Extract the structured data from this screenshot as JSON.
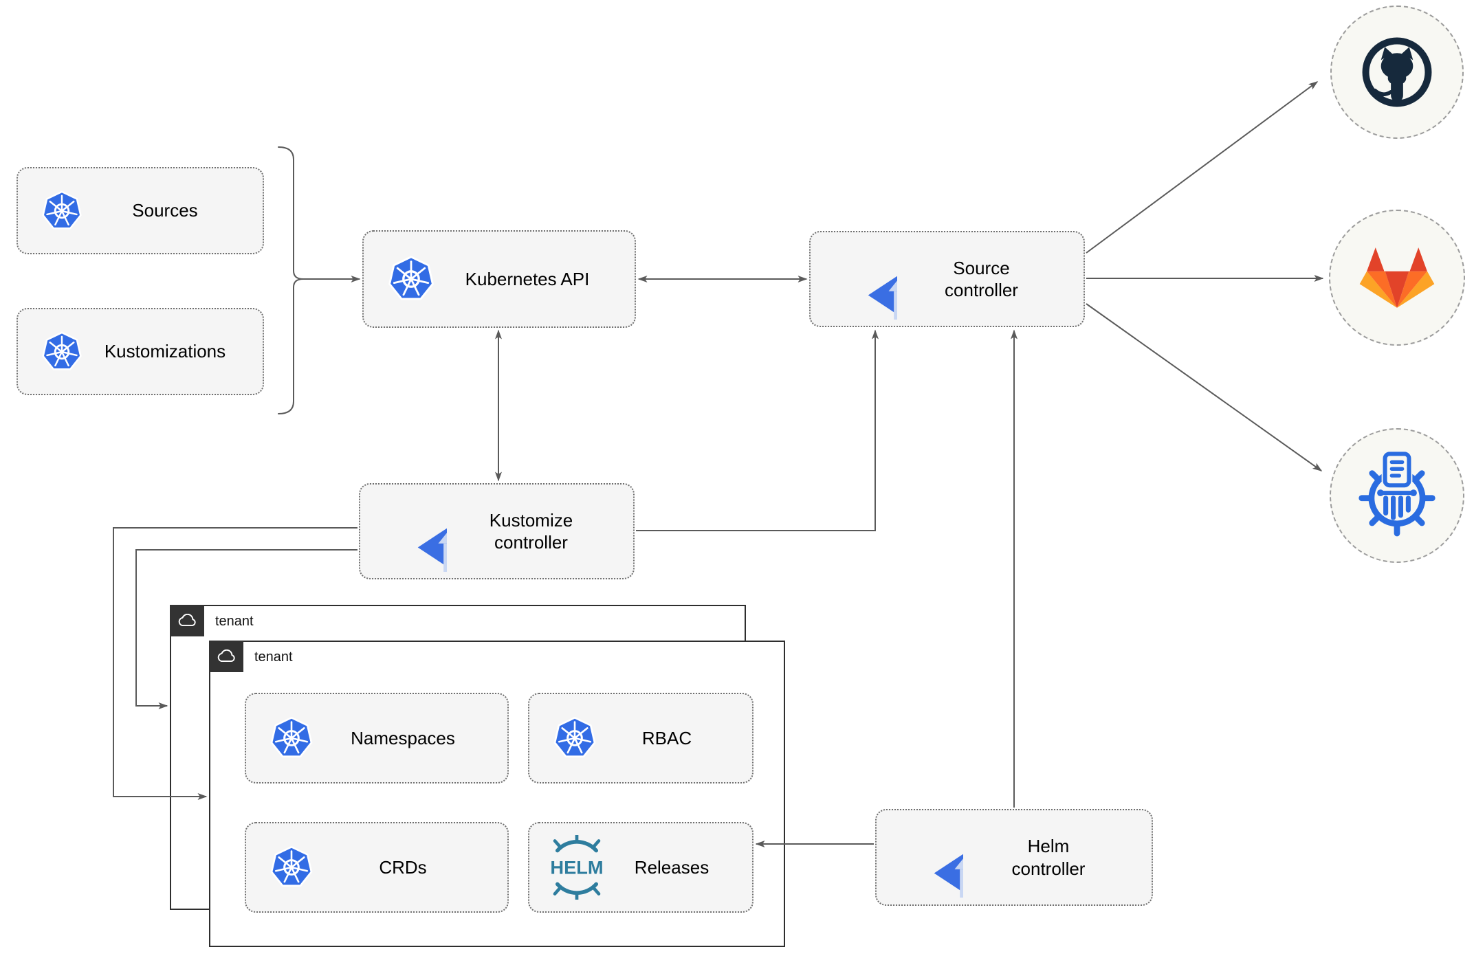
{
  "nodes": {
    "sources": {
      "label": "Sources",
      "icon": "kubernetes-icon"
    },
    "kustomizations": {
      "label": "Kustomizations",
      "icon": "kubernetes-icon"
    },
    "kubernetes_api": {
      "label": "Kubernetes API",
      "icon": "kubernetes-icon"
    },
    "source_controller": {
      "label": "Source\ncontroller",
      "icon": "flux-icon"
    },
    "kustomize_controller": {
      "label": "Kustomize\ncontroller",
      "icon": "flux-icon"
    },
    "helm_controller": {
      "label": "Helm\ncontroller",
      "icon": "flux-icon"
    }
  },
  "tenants": {
    "outer": {
      "label": "tenant"
    },
    "inner": {
      "label": "tenant"
    }
  },
  "resources": {
    "namespaces": {
      "label": "Namespaces",
      "icon": "kubernetes-icon"
    },
    "rbac": {
      "label": "RBAC",
      "icon": "kubernetes-icon"
    },
    "crds": {
      "label": "CRDs",
      "icon": "kubernetes-icon"
    },
    "releases": {
      "label": "Releases",
      "icon": "helm-icon",
      "icon_text": "HELM"
    }
  },
  "externals": {
    "github": {
      "icon": "github-icon"
    },
    "gitlab": {
      "icon": "gitlab-icon"
    },
    "chartmuseum": {
      "icon": "chartmuseum-icon"
    }
  },
  "edges": [
    {
      "from": "sources-and-kustomizations",
      "to": "kubernetes_api",
      "style": "arrow"
    },
    {
      "from": "kubernetes_api",
      "to": "source_controller",
      "style": "double-arrow"
    },
    {
      "from": "kubernetes_api",
      "to": "kustomize_controller",
      "style": "double-arrow"
    },
    {
      "from": "kustomize_controller",
      "to": "source_controller",
      "style": "arrow"
    },
    {
      "from": "kustomize_controller",
      "to": "tenant-inner",
      "style": "arrow"
    },
    {
      "from": "kustomize_controller",
      "to": "tenant-outer",
      "style": "arrow"
    },
    {
      "from": "helm_controller",
      "to": "source_controller",
      "style": "arrow"
    },
    {
      "from": "helm_controller",
      "to": "releases",
      "style": "arrow"
    },
    {
      "from": "source_controller",
      "to": "github",
      "style": "arrow"
    },
    {
      "from": "source_controller",
      "to": "gitlab",
      "style": "arrow"
    },
    {
      "from": "source_controller",
      "to": "chartmuseum",
      "style": "arrow"
    }
  ],
  "colors": {
    "kubernetes_blue": "#326CE5",
    "flux_blue": "#3A6EE3",
    "flux_arrow_light": "#C9D7F3",
    "helm_teal": "#2E7D9E",
    "github_dark": "#16293C",
    "gitlab_red": "#E24329",
    "gitlab_orange": "#FC6D26",
    "gitlab_amber": "#FCA326",
    "chartmuseum_blue": "#2A6CE0",
    "node_fill": "#F5F5F5",
    "connector_gray": "#5A5A5A",
    "tenant_border": "#2E2E2E"
  }
}
